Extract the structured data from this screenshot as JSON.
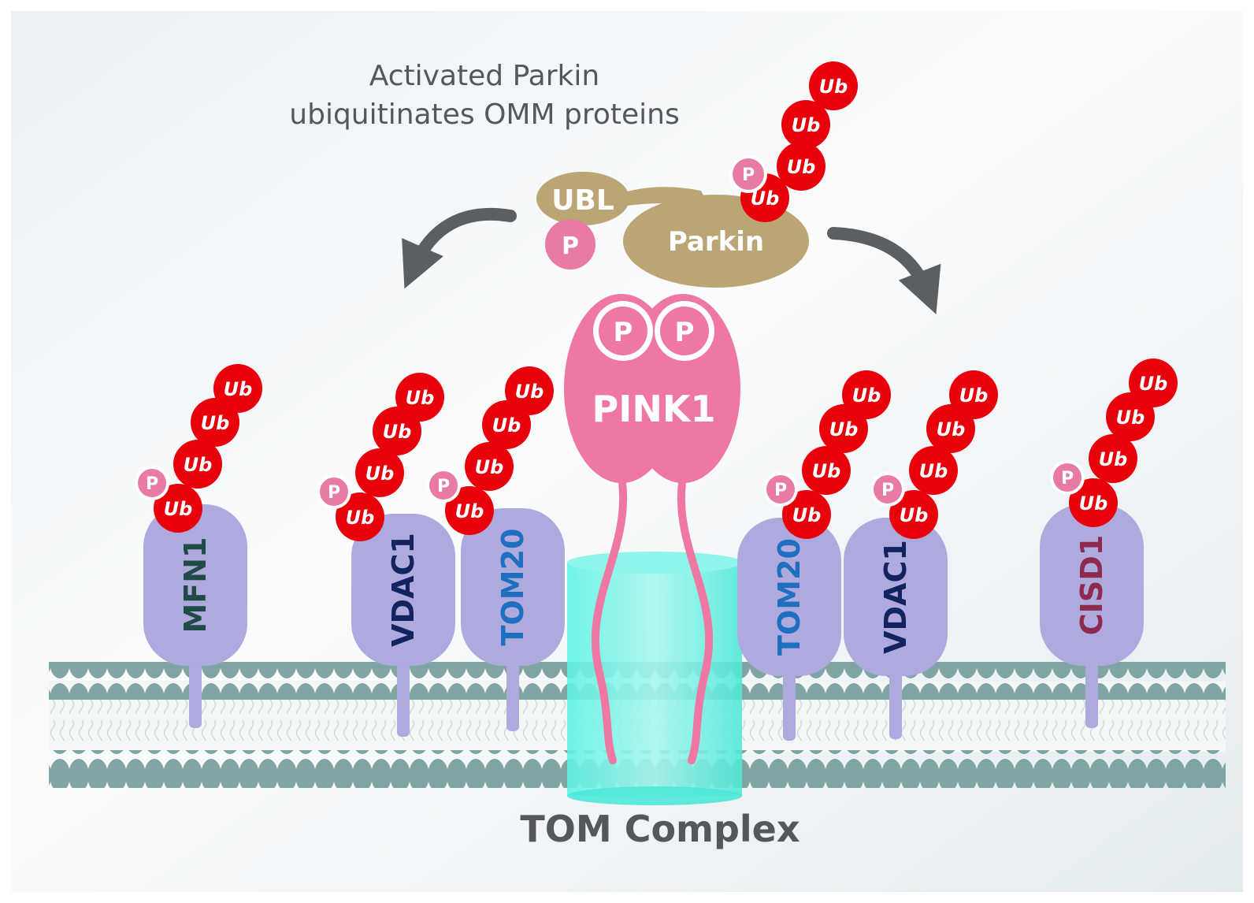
{
  "title": {
    "line1": "Activated Parkin",
    "line2": "ubiquitinates OMM proteins"
  },
  "parkin": {
    "ubl_label": "UBL",
    "parkin_label": "Parkin",
    "phospho_label": "P",
    "ub_label": "Ub"
  },
  "pink1": {
    "label": "PINK1",
    "phospho_label": "P"
  },
  "tom_complex_label": "TOM Complex",
  "ub_label": "Ub",
  "phospho_label": "P",
  "proteins": [
    {
      "label": "MFN1",
      "color": "#1f4a45"
    },
    {
      "label": "VDAC1",
      "color": "#13235f"
    },
    {
      "label": "TOM20",
      "color": "#1e6fc0"
    },
    {
      "label": "TOM20",
      "color": "#1e6fc0"
    },
    {
      "label": "VDAC1",
      "color": "#13235f"
    },
    {
      "label": "CISD1",
      "color": "#8e2a4d"
    }
  ],
  "colors": {
    "ubiquitin": "#e8000b",
    "phospho": "#e87aa4",
    "protein_body": "#aeaadd",
    "membrane_head": "#7ea5a3",
    "parkin": "#bba574",
    "pink1": "#ef77a3",
    "tom_channel": "#3fe8d8",
    "arrow": "#5a5f63",
    "label_text": "#55575a"
  }
}
